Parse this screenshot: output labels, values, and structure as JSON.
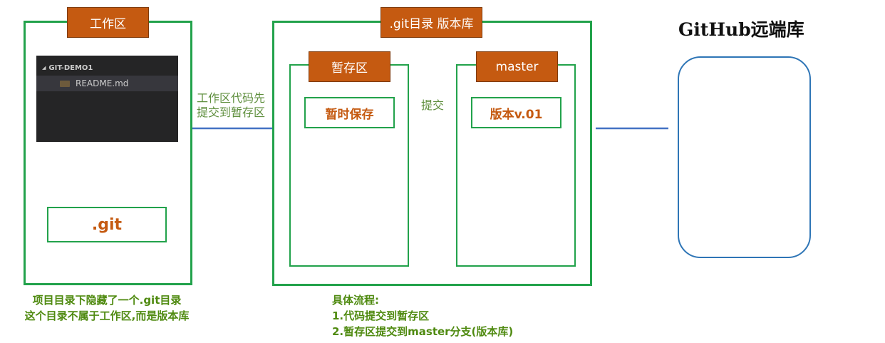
{
  "workspace": {
    "tag": "工作区",
    "explorer": {
      "folder": "GIT-DEMO1",
      "file": "README.md"
    },
    "git_box": ".git",
    "caption": [
      "项目目录下隐藏了一个.git目录",
      "这个目录不属于工作区,而是版本库"
    ]
  },
  "edge_workspace_to_stage": [
    "工作区代码先",
    "提交到暂存区"
  ],
  "repository": {
    "tag": ".git目录 版本库",
    "stage": {
      "tag": "暂存区",
      "node": "暂时保存"
    },
    "commit_label": "提交",
    "master": {
      "tag": "master",
      "node": "版本v.01"
    },
    "caption": [
      "具体流程:",
      "1.代码提交到暂存区",
      "2.暂存区提交到master分支(版本库)"
    ]
  },
  "remote": {
    "title": "GitHub远端库"
  },
  "colors": {
    "green": "#22a24b",
    "orange": "#c55a11",
    "arrow": "#4472c4",
    "remote_border": "#2e75b6"
  }
}
